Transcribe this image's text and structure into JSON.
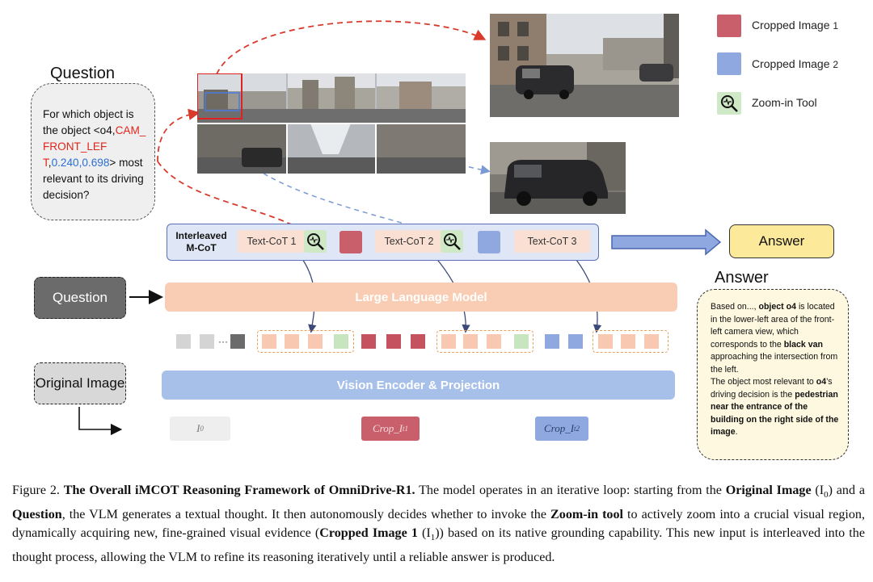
{
  "question": {
    "title": "Question",
    "text_1": "For which object is the object <o4,",
    "text_red": "CAM_FRONT_LEFT",
    "text_2": ",",
    "text_blue": "0.240,0.698",
    "text_3": "> most relevant to its driving decision?"
  },
  "legend": {
    "items": [
      {
        "label": "Cropped Image",
        "sub": "1",
        "color": "#c85f6b"
      },
      {
        "label": "Cropped Image",
        "sub": "2",
        "color": "#8fa9e0"
      },
      {
        "label": "Zoom-in Tool",
        "icon": "zoom-in-tool-icon",
        "color": "#cfe8c6"
      }
    ]
  },
  "mcot": {
    "title": "Interleaved M-CoT",
    "cot_1": "Text-CoT 1",
    "cot_2": "Text-CoT 2",
    "cot_3": "Text-CoT 3"
  },
  "answer_button": "Answer",
  "answer_panel": {
    "title": "Answer",
    "p1_a": "Based on..., ",
    "p1_b": "object o4",
    "p1_c": " is located in the lower-left area of the front-left camera view, which corresponds to the ",
    "p1_d": "black van",
    "p1_e": " approaching the intersection from the left.",
    "p2_a": "The object most relevant to ",
    "p2_b": "o4",
    "p2_c": "’s driving decision is the ",
    "p2_d": "pedestrian near the entrance of the building on the right side of the image",
    "p2_e": "."
  },
  "left_boxes": {
    "question": "Question",
    "original_image": "Original Image"
  },
  "llm_label": "Large Language Model",
  "encoder_label": "Vision Encoder & Projection",
  "inputs": {
    "i0": "I",
    "i0_sub": "0",
    "crop1": "Crop_I",
    "crop1_sub": "t1",
    "crop2": "Crop_I",
    "crop2_sub": "t2"
  },
  "token_ellipsis": "···",
  "caption": {
    "fig": "Figure 2.",
    "title": "The Overall iMCOT Reasoning Framework of OmniDrive-R1.",
    "t1": " The model operates in an iterative loop: starting from the ",
    "b1": "Original Image",
    "t2": " (I",
    "t2_sub": "0",
    "t3": ") and a ",
    "b2": "Question",
    "t4": ", the VLM generates a textual thought. It then autonomously decides whether to invoke the ",
    "b3": "Zoom-in tool",
    "t5": " to actively zoom into a crucial visual region, dynamically acquiring new, fine-grained visual evidence (",
    "b4": "Cropped Image 1",
    "t6": " (I",
    "t6_sub": "1",
    "t7": ")) based on its native grounding capability. This new input is interleaved into the thought process, allowing the VLM to refine its reasoning iteratively until a reliable answer is produced."
  },
  "colors": {
    "red_text": "#e0261c",
    "blue_text": "#2a6fd6",
    "llm": "#f9cdb3",
    "encoder": "#a7c0e9",
    "answer": "#fde99a"
  }
}
